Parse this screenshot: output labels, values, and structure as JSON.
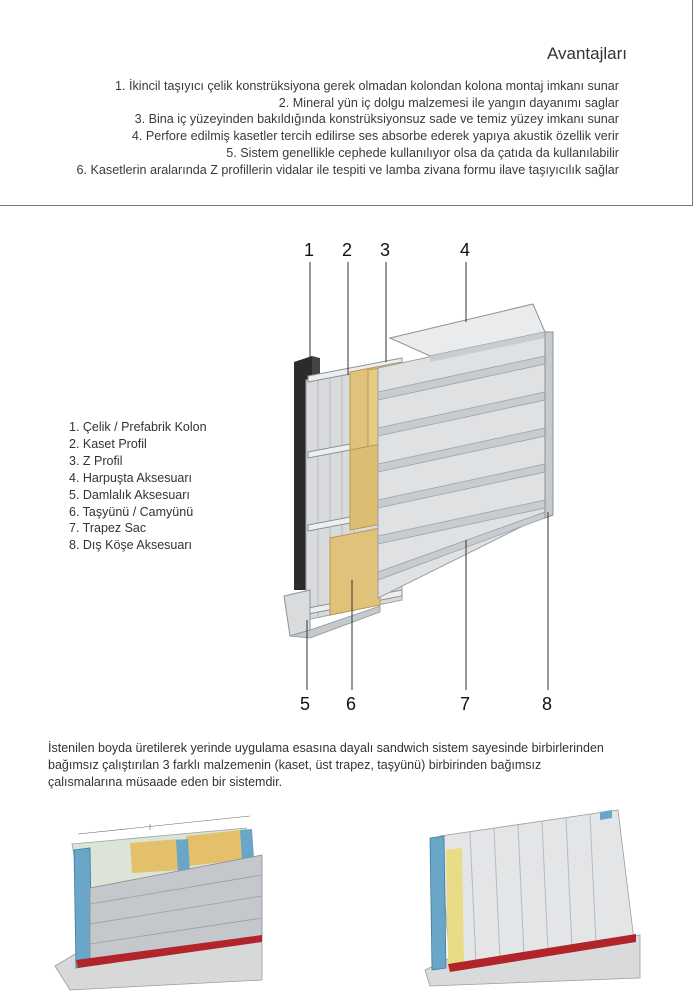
{
  "advantages": {
    "title": "Avantajları",
    "items": [
      "1.   İkincil taşıyıcı çelik konstrüksiyona gerek olmadan kolondan kolona montaj imkanı sunar",
      "2.   Mineral yün iç dolgu malzemesi ile yangın dayanımı saglar",
      "3.   Bina iç yüzeyinden bakıldığında konstrüksiyonsuz sade ve temiz yüzey imkanı sunar",
      "4.   Perfore edilmiş kasetler tercih edilirse ses absorbe ederek yapıya akustik özellik verir",
      "5.   Sistem genellikle cephede kullanılıyor olsa da çatıda da kullanılabilir",
      "6.   Kasetlerin aralarında Z profillerin vidalar ile tespiti ve lamba zivana formu ilave taşıyıcılık sağlar"
    ]
  },
  "diagram": {
    "callouts": [
      "1",
      "2",
      "3",
      "4",
      "5",
      "6",
      "7",
      "8"
    ],
    "legend": [
      "1. Çelik / Prefabrik Kolon",
      "2. Kaset Profil",
      "3. Z  Profil",
      "4. Harpuşta Aksesuarı",
      "5. Damlalık Aksesuarı",
      "6. Taşyünü / Camyünü",
      "7. Trapez Sac",
      "8. Dış Köşe Aksesuarı"
    ]
  },
  "description": {
    "lines": [
      "İstenilen boyda üretilerek yerinde uygulama esasına dayalı sandwich sistem sayesinde birbirlerinden",
      "bağımsız çalıştırılan 3 farklı malzemenin (kaset, üst trapez, taşyünü) birbirinden bağımsız",
      "çalısmalarına müsaade eden bir sistemdir."
    ]
  },
  "colors": {
    "rockwool": "#e0c27a",
    "column": "#2b2b2b",
    "steel": "#d3d6d8",
    "blue_column": "#6aa6c8",
    "red_rail": "#b0242a"
  }
}
